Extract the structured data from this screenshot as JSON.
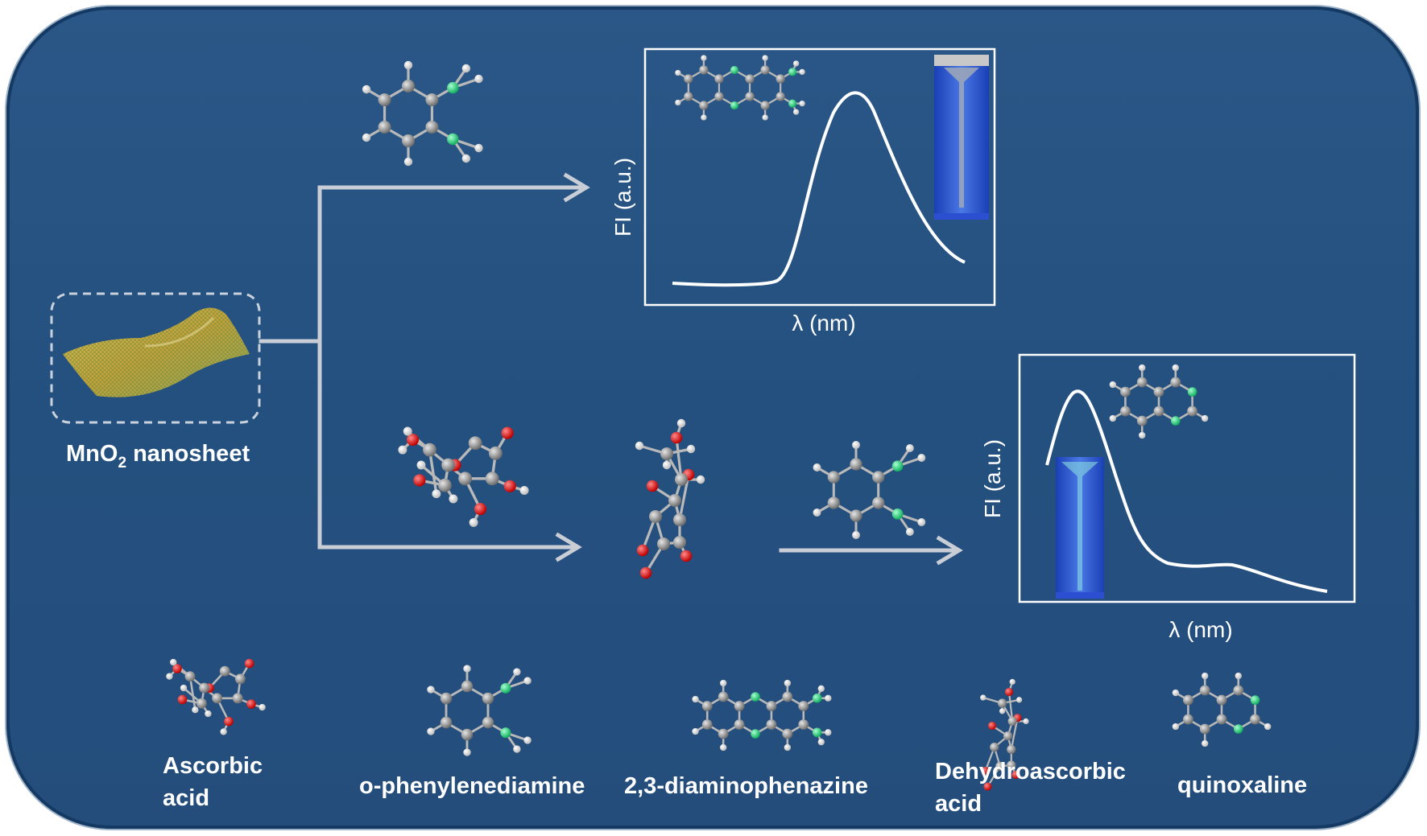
{
  "colors": {
    "background": "#24507f",
    "arrow": "#c9ced6",
    "curve": "#ffffff",
    "carbon": "#8c8c8c",
    "hydrogen": "#f2f2f2",
    "oxygen": "#e01a1a",
    "nitrogen": "#22d07a"
  },
  "nanosheet": {
    "label": "MnO",
    "subscript": "2",
    "label_tail": " nanosheet"
  },
  "plot_top": {
    "ylabel": "FI (a.u.)",
    "xlabel": "λ (nm)"
  },
  "plot_bottom": {
    "ylabel": "FI (a.u.)",
    "xlabel": "λ (nm)"
  },
  "legend": [
    {
      "line1": "Ascorbic",
      "line2": "acid"
    },
    {
      "line1": "o-phenylenediamine",
      "line2": ""
    },
    {
      "line1": "2,3-diaminophenazine",
      "line2": ""
    },
    {
      "line1": "Dehydroascorbic",
      "line2": "acid"
    },
    {
      "line1": "quinoxaline",
      "line2": ""
    }
  ]
}
